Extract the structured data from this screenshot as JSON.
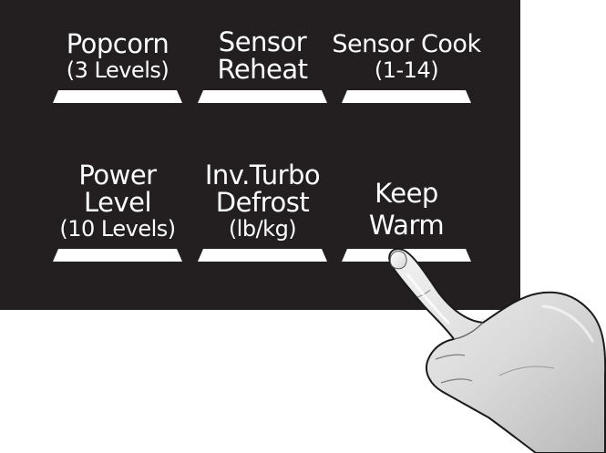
{
  "panel": {
    "background_color": "#231f20",
    "label_color": "#ffffff"
  },
  "keys": {
    "popcorn": {
      "line1": "Popcorn",
      "line2": "(3 Levels)"
    },
    "sensor_reheat": {
      "line1": "Sensor",
      "line2": "Reheat"
    },
    "sensor_cook": {
      "line1": "Sensor Cook",
      "line2": "(1-14)"
    },
    "power_level": {
      "line1": "Power",
      "line2": "Level",
      "line3": "(10 Levels)"
    },
    "inv_turbo_defrost": {
      "line1": "Inv.Turbo",
      "line2": "Defrost",
      "line3": "(lb/kg)"
    },
    "keep_warm": {
      "line1": "Keep",
      "line2": "Warm"
    }
  },
  "hand": {
    "icon": "pointing-hand-icon"
  }
}
